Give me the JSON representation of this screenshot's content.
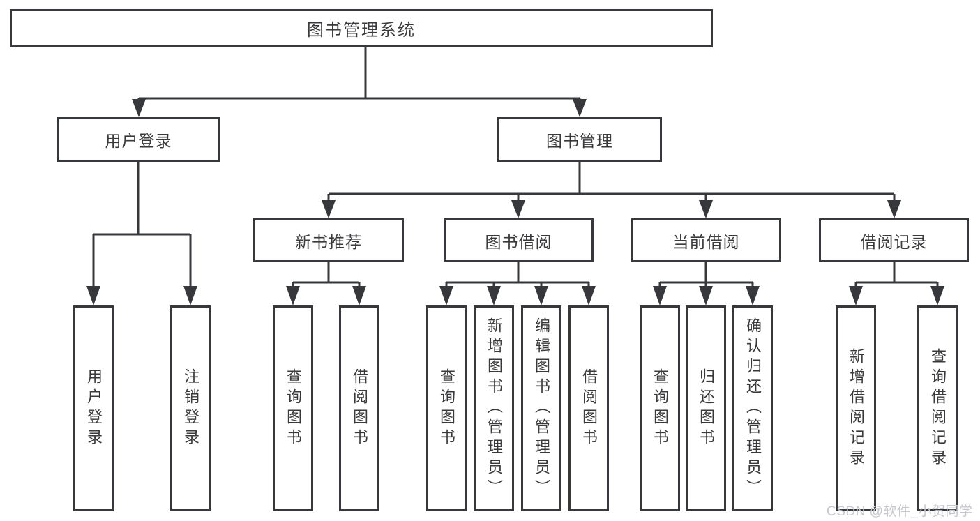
{
  "nodes": {
    "root": "图书管理系统",
    "user_login": "用户登录",
    "book_mgmt": "图书管理",
    "new_book_rec": "新书推荐",
    "book_borrow": "图书借阅",
    "current_borrow": "当前借阅",
    "borrow_record": "借阅记录",
    "ul_user_login": "用户登录",
    "ul_logout": "注销登录",
    "nb_query": "查询图书",
    "nb_borrow": "借阅图书",
    "bb_query": "查询图书",
    "bb_add": "新增图书（管理员）",
    "bb_edit": "编辑图书（管理员）",
    "bb_borrow": "借阅图书",
    "cb_query": "查询图书",
    "cb_return": "归还图书",
    "cb_confirm": "确认归还（管理员）",
    "br_add": "新增借阅记录",
    "br_query": "查询借阅记录"
  },
  "watermark": "CSDN @软件_小贺同学",
  "colors": {
    "line": "#36383b",
    "text": "#3a3a3c",
    "watermark": "#c6c7ce",
    "background": "#ffffff"
  }
}
